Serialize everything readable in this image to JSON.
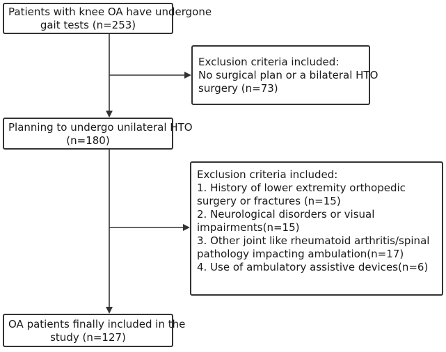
{
  "boxes": {
    "start": {
      "lines": [
        "Patients with knee OA have undergone",
        "gait tests (n=253)"
      ]
    },
    "exclusion_1": {
      "lines": [
        "Exclusion criteria included:",
        "No surgical plan or a bilateral HTO",
        "surgery (n=73)"
      ]
    },
    "planning": {
      "lines": [
        "Planning to undergo unilateral HTO",
        "(n=180)"
      ]
    },
    "exclusion_2": {
      "lines": [
        "Exclusion criteria included:",
        "1. History of lower extremity orthopedic",
        "surgery or fractures  (n=15)",
        "2. Neurological disorders or visual",
        "impairments(n=15)",
        "3. Other joint like rheumatoid arthritis/spinal",
        "pathology impacting ambulation(n=17)",
        "4. Use of ambulatory assistive devices(n=6)"
      ]
    },
    "final": {
      "lines": [
        "OA patients finally included in the",
        "study  (n=127)"
      ]
    }
  },
  "colors": {
    "border": "#333333",
    "arrow": "#333333",
    "text": "#1a1a1a",
    "background": "#ffffff"
  }
}
